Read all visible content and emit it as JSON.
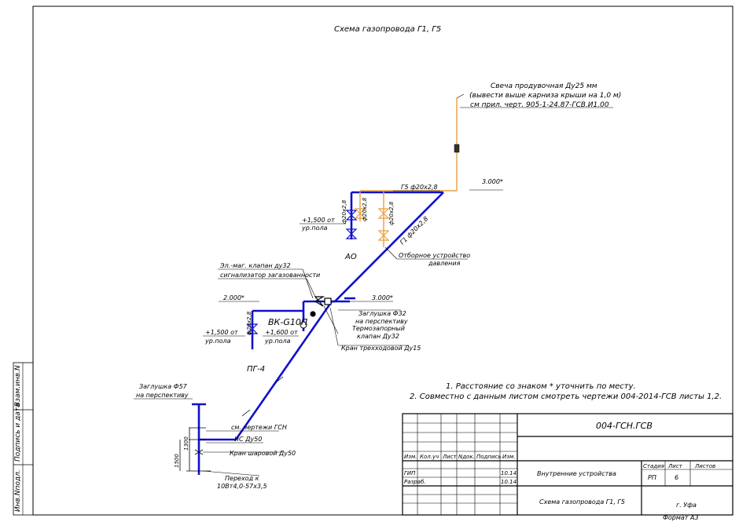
{
  "title": "Схема газопровода Г1, Г5",
  "colors": {
    "gas_pipe": "#1010cc",
    "purge_pipe": "#e8a040",
    "frame": "#000000"
  },
  "labels": {
    "svecha_1": "Свеча продувочная Ду25 мм",
    "svecha_2": "(вывести выше карниза крыши на 1,0 м)",
    "svecha_3": "см прил. черт. 905-1-24.87-ГСВ.И1.00",
    "g5_pipe": "Г5 ф20х2,8",
    "elev_3000_top": "3.000*",
    "elev_1500_ao": "+1,500  от",
    "ur_pola_ao": "ур.пола",
    "pipe_v1": "ф20х2,8",
    "pipe_v2": "ф20х2,8",
    "pipe_v3": "ф20х2,8",
    "ao": "АО",
    "g1_pipe": "Г1 ф20х2,8",
    "otbor_1": "Отборное устройство",
    "otbor_2": "давления",
    "el_mag_klapan": "Эл.-маг. клапан ду32",
    "signalizator": "сигнализатор загазованности",
    "elev_2000": "2.000*",
    "elev_3000_mid": "3.000*",
    "vk_g10": "ВК-G10П",
    "zaglushka32_1": "Заглушка Ф32",
    "zaglushka32_2": "на перспективу",
    "termozapor_1": "Термозапорный",
    "termozapor_2": "клапан Ду32",
    "kran_trehhod": "Кран трехходовой Ду15",
    "elev_1500_pg": "+1,500  от",
    "ur_pola_pg": "ур.пола",
    "elev_1600": "+1,600  от",
    "ur_pola_vk": "ур.пола",
    "pipe_pg": "ф20х2,8",
    "pg4": "ПГ-4",
    "zaglushka57_1": "Заглушка Ф57",
    "zaglushka57_2": "на перспективу",
    "sm_chert_gsn": "см. чертежи ГСН",
    "is_du50": "ИС Ду50",
    "kran_sharovoy": "Кран шаровой Ду50",
    "dim_1500": "1500",
    "dim_1300": "1300",
    "perehod_1": "Переход к",
    "perehod_2": "10Вт4,0-57х3,5"
  },
  "notes": [
    "1. Расстояние со знаком * уточнить по месту.",
    "2. Совместно с данным листом смотреть чертежи  004-2014-ГСВ листы 1,2."
  ],
  "side_stamp": {
    "vzam": "Взам.инв.N",
    "podpis": "Подпись и дата",
    "inv": "Инв.Nподл."
  },
  "title_block": {
    "code": "004-ГСН.ГСВ",
    "headers": {
      "izm": "Изм.",
      "kol": "Кол.уч",
      "list": "Лист",
      "ndok": "Nдок.",
      "podpis": "Подпись",
      "data": "Изм."
    },
    "rows": [
      {
        "role": "ГИП",
        "date": "10.14"
      },
      {
        "role": "Разраб.",
        "date": "10.14"
      }
    ],
    "object": "Внутренние устройства",
    "stage_header": "Стадия",
    "sheet_header": "Лист",
    "sheets_header": "Листов",
    "stage": "РП",
    "sheet": "6",
    "sheets": "",
    "drawing": "Схема газопровода Г1, Г5",
    "city": "г. Уфа",
    "format": "Формат А3"
  }
}
